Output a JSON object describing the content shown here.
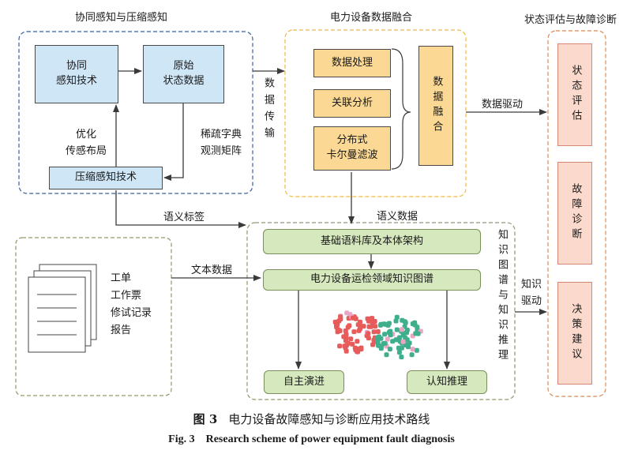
{
  "groups": {
    "sensing": "协同感知与压缩感知",
    "fusion": "电力设备数据融合",
    "state": "状态评估与故障诊断"
  },
  "boxes": {
    "collab": "协同\n感知技术",
    "raw": "原始\n状态数据",
    "compress": "压缩感知技术",
    "proc": "数据处理",
    "assoc": "关联分析",
    "kalman": "分布式\n卡尔曼滤波",
    "fuse": "数据融合",
    "corpus": "基础语料库及本体架构",
    "kg": "电力设备运检领域知识图谱",
    "evolve": "自主演进",
    "cognitive": "认知推理",
    "assess": "状态评估",
    "diagnose": "故障诊断",
    "decide": "决策建议"
  },
  "labels": {
    "optimize": "优化\n传感布局",
    "sparse": "稀疏字典\n观测矩阵",
    "transfer": "数据传输",
    "driven": "数据驱动",
    "semantic_tag": "语义标签",
    "semantic_data": "语义数据",
    "text_data": "文本数据",
    "kg_reason": "知识图谱与知识推理",
    "knowledge_driven": "知识\n驱动"
  },
  "docs": [
    "工单",
    "工作票",
    "修试记录",
    "报告"
  ],
  "caption": {
    "cn_num": "图 3",
    "cn_text": "电力设备故障感知与诊断应用技术路线",
    "en_num": "Fig. 3",
    "en_text": "Research scheme of power equipment fault diagnosis"
  },
  "colors": {
    "blue_fill": "#cfe6f7",
    "orange_fill": "#fbd894",
    "green_fill": "#d6e8bd",
    "pink_fill": "#fbd9cc",
    "node_red": "#e85b5b",
    "node_teal": "#3fae8c",
    "node_pink": "#e8a6c2"
  }
}
